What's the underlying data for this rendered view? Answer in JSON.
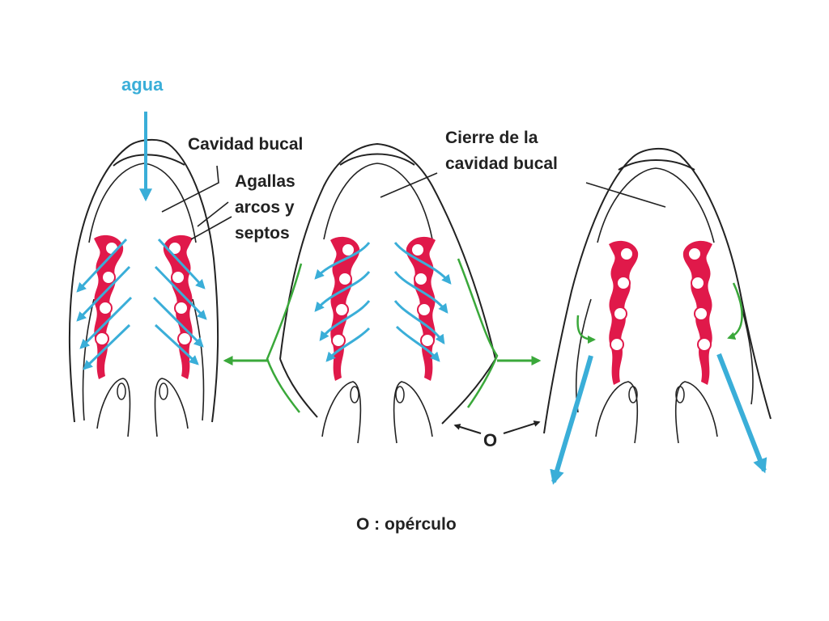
{
  "labels": {
    "water": "agua",
    "buccal_cavity": "Cavidad bucal",
    "gills_line1": "Agallas",
    "gills_line2": "arcos y",
    "gills_line3": "septos",
    "closure_line1": "Cierre de la",
    "closure_line2": "cavidad bucal",
    "operculum_mark": "O",
    "legend": "O : opérculo"
  },
  "colors": {
    "outline": "#222222",
    "gill": "#e0194a",
    "water_flow": "#3aaed8",
    "opercular_movement": "#3aa83a",
    "label_line": "#222222"
  }
}
